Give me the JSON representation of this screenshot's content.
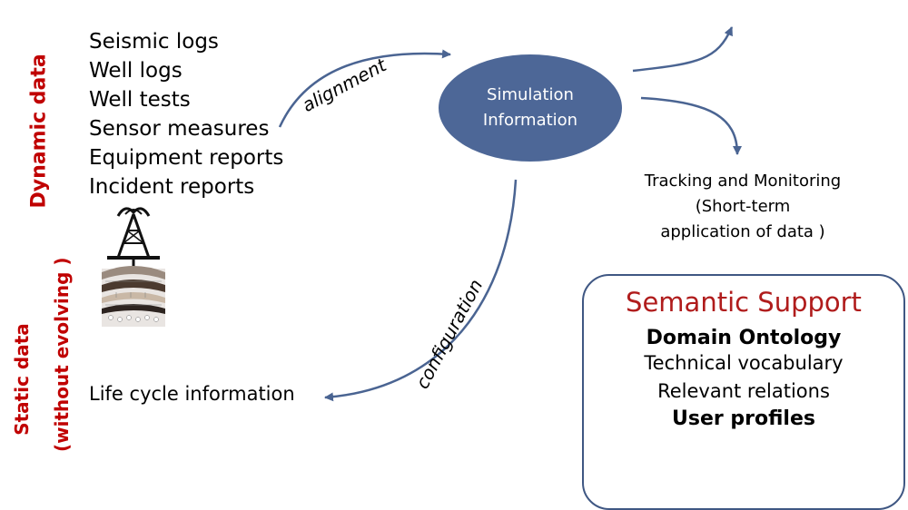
{
  "sidebar": {
    "dynamic_label": "Dynamic data",
    "static_label_line1": "Static data",
    "static_label_line2": "(without evolving )"
  },
  "dynamic_items": [
    "Seismic logs",
    "Well logs",
    "Well tests",
    "Sensor measures",
    "Equipment reports",
    "Incident reports"
  ],
  "static_item": "Life cycle information",
  "center": {
    "line1": "Simulation",
    "line2": "Information"
  },
  "edges": {
    "alignment": "alignment",
    "configuration": "configuration"
  },
  "tracking": {
    "line1": "Tracking and Monitoring",
    "line2": "(Short-term",
    "line3": "application of data )"
  },
  "semantic": {
    "title": "Semantic Support",
    "ontology": "Domain Ontology",
    "item1": "Technical vocabulary",
    "item2": "Relevant relations",
    "users": "User profiles"
  },
  "colors": {
    "accent_red": "#c00000",
    "node_blue": "#4d6797",
    "arrow_blue": "#4a6492"
  },
  "icons": {
    "well": "oil-derrick-icon"
  }
}
